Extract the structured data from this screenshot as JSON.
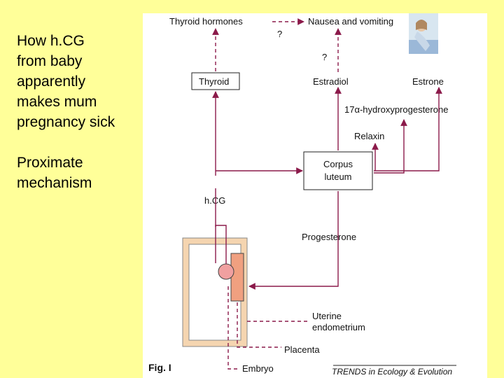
{
  "slide": {
    "heading": "How h.CG\nfrom baby\napparently\nmakes mum\npregnancy sick",
    "subheading": "Proximate\nmechanism"
  },
  "figure": {
    "nodes": {
      "thyroid_hormones": "Thyroid hormones",
      "nausea": "Nausea and vomiting",
      "thyroid": "Thyroid",
      "estradiol": "Estradiol",
      "estrone": "Estrone",
      "hydroxyprogesterone": "17α-hydroxyprogesterone",
      "relaxin": "Relaxin",
      "corpus_luteum": "Corpus\nluteum",
      "hcg": "h.CG",
      "progesterone": "Progesterone",
      "uterine_endometrium": "Uterine\nendometrium",
      "placenta": "Placenta",
      "embryo": "Embryo"
    },
    "question_mark_1": "?",
    "question_mark_2": "?",
    "figure_label": "Fig. I",
    "source": "TRENDS in Ecology & Evolution",
    "photo_icon": "woman-photo-icon"
  },
  "colors": {
    "background": "#ffff99",
    "arrow": "#8b1a4a",
    "placenta": "#f0a080",
    "embryo": "#f0a0a0",
    "uterus_wall": "#f5d5b0"
  }
}
